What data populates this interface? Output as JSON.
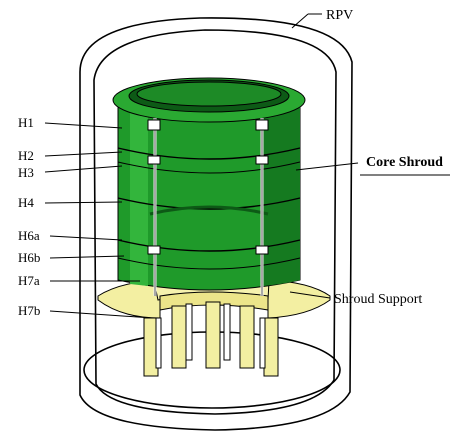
{
  "diagram": {
    "labels": {
      "rpv": "RPV",
      "core_shroud": "Core Shroud",
      "shroud_support": "Shroud Support"
    },
    "welds": [
      "H1",
      "H2",
      "H3",
      "H4",
      "H6a",
      "H6b",
      "H7a",
      "H7b"
    ],
    "colors": {
      "shroud_green": "#1f9a2a",
      "shroud_dark": "#0d5a16",
      "shroud_light": "#3cc144",
      "support_yellow": "#f3efa2",
      "outline": "#000000"
    }
  }
}
